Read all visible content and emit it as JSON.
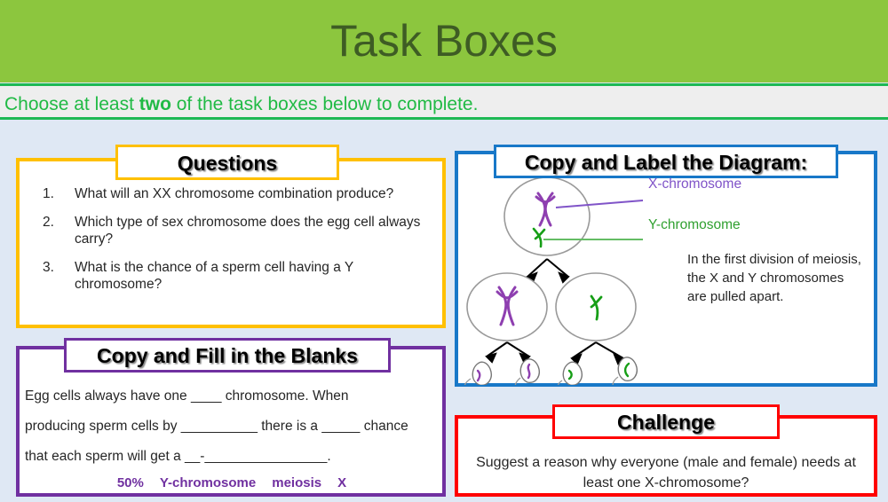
{
  "header": {
    "title": "Task Boxes",
    "band_color": "#8cc63e",
    "title_color": "#3e5c24"
  },
  "subtitle": {
    "before": "Choose at least ",
    "emphasis": "two",
    "after": " of the task boxes below to complete.",
    "color": "#21ba45",
    "band_color": "#eeeeee"
  },
  "questions_box": {
    "tab_label": "Questions",
    "accent_color": "#ffc000",
    "items": [
      {
        "number": "1.",
        "text": "What will an XX chromosome combination produce?"
      },
      {
        "number": "2.",
        "text": "Which type of sex chromosome does the egg cell always carry?"
      },
      {
        "number": "3.",
        "text": "What is the chance of a sperm cell having a Y chromosome?"
      }
    ]
  },
  "blanks_box": {
    "tab_label": "Copy and Fill in the Blanks",
    "accent_color": "#7030a0",
    "lines": [
      "Egg cells always have one ____ chromosome. When",
      "producing sperm cells by __________ there is a _____ chance",
      "that each sperm will get a __-________________."
    ],
    "word_bank": [
      "50%",
      "Y-chromosome",
      "meiosis",
      "X"
    ]
  },
  "diagram_box": {
    "tab_label": "Copy and Label the Diagram:",
    "accent_color": "#1878c8",
    "label_x": "X-chromosome",
    "label_y": "Y-chromosome",
    "label_x_color": "#8054c8",
    "label_y_color": "#30a030",
    "note": "In the first division of meiosis, the X and Y chromosomes are pulled apart.",
    "cells": {
      "parent": {
        "contains": [
          "X-chromosome",
          "Y-chromosome"
        ]
      },
      "daughters": [
        {
          "contains": [
            "X-chromosome"
          ]
        },
        {
          "contains": [
            "Y-chromosome"
          ]
        }
      ],
      "sperm": [
        {
          "chromosome": "X"
        },
        {
          "chromosome": "X"
        },
        {
          "chromosome": "Y"
        },
        {
          "chromosome": "Y"
        }
      ]
    }
  },
  "challenge_box": {
    "tab_label": "Challenge",
    "accent_color": "#ff0000",
    "text": "Suggest a reason why everyone (male and female) needs at least one X-chromosome?"
  },
  "slide": {
    "background_color": "#dfe8f4"
  }
}
